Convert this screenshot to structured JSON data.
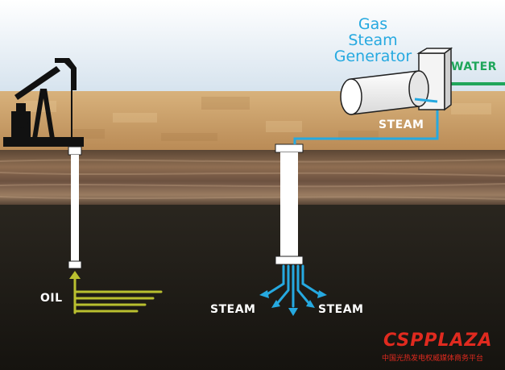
{
  "labels": {
    "generator": "Gas Steam Generator",
    "water": "WATER",
    "steam_pipe": "STEAM",
    "oil": "OIL",
    "steam_left": "STEAM",
    "steam_right": "STEAM"
  },
  "watermark": {
    "logo": "CSPPLAZA",
    "subtitle": "中国光热发电权威媒体商务平台"
  },
  "colors": {
    "steam": "#26a9e0",
    "water": "#1fa65a",
    "oil": "#b9bf2f",
    "watermark": "#e02a1f"
  }
}
